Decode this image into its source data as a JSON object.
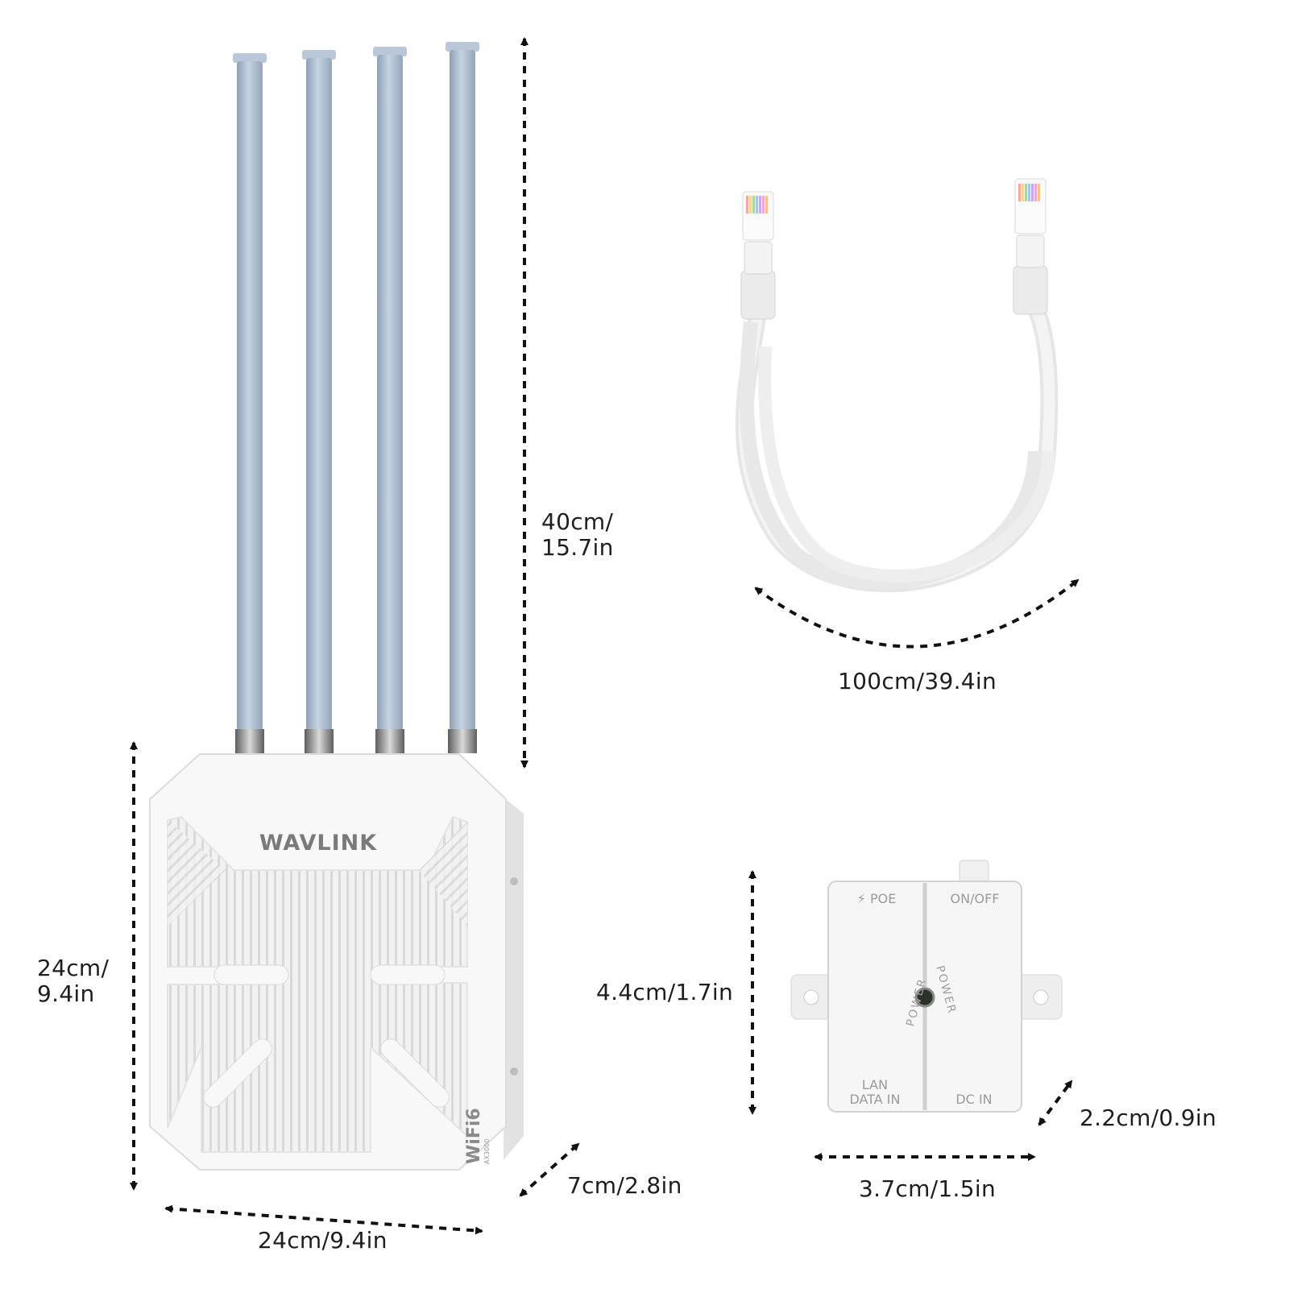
{
  "router": {
    "brand": "WAVLINK",
    "badge_main": "WiFi6",
    "badge_sub": "AX3000",
    "dim_antenna_line1": "40cm/",
    "dim_antenna_line2": "15.7in",
    "dim_height_line1": "24cm/",
    "dim_height_line2": "9.4in",
    "dim_width": "24cm/9.4in",
    "dim_depth": "7cm/2.8in"
  },
  "cable": {
    "dim_length": "100cm/39.4in"
  },
  "injector": {
    "port_poe": "⚡ POE",
    "port_onoff": "ON/OFF",
    "led_text_left": "POWER",
    "led_text_right": "POWER",
    "port_lan_line1": "LAN",
    "port_lan_line2": "DATA IN",
    "port_dcin": "DC IN",
    "dim_height": "4.4cm/1.7in",
    "dim_width": "3.7cm/1.5in",
    "dim_depth": "2.2cm/0.9in"
  },
  "colors": {
    "antenna": "#a9b9cc",
    "device": "#f7f7f7",
    "arrow": "#111111"
  }
}
